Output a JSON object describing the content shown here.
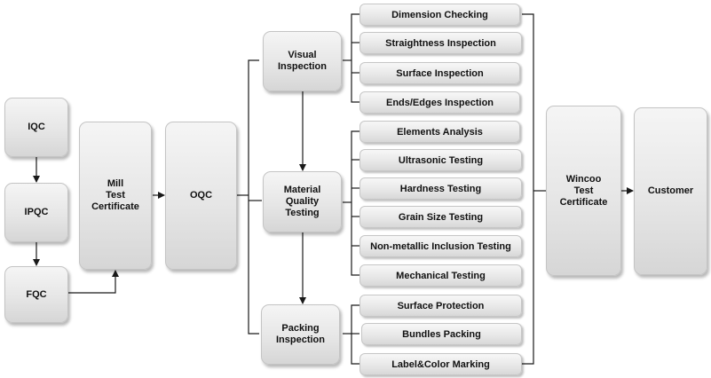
{
  "nodes": {
    "iqc": "IQC",
    "ipqc": "IPQC",
    "fqc": "FQC",
    "mill_test_certificate": [
      "Mill",
      "Test",
      "Certificate"
    ],
    "oqc": "OQC",
    "visual_inspection": [
      "Visual",
      "Inspection"
    ],
    "material_quality_testing": [
      "Material",
      "Quality",
      "Testing"
    ],
    "packing_inspection": [
      "Packing",
      "Inspection"
    ],
    "wincoo_test_certificate": [
      "Wincoo",
      "Test",
      "Certificate"
    ],
    "customer": "Customer"
  },
  "visual_items": [
    "Dimension Checking",
    "Straightness Inspection",
    "Surface Inspection",
    "Ends/Edges Inspection"
  ],
  "material_items": [
    "Elements Analysis",
    "Ultrasonic Testing",
    "Hardness Testing",
    "Grain Size Testing",
    "Non-metallic Inclusion Testing",
    "Mechanical Testing"
  ],
  "packing_items": [
    "Surface Protection",
    "Bundles Packing",
    "Label&Color Marking"
  ],
  "colors": {
    "line": "#1a1a1a",
    "box_light": "#f5f5f5",
    "box_dark": "#d6d6d6"
  }
}
